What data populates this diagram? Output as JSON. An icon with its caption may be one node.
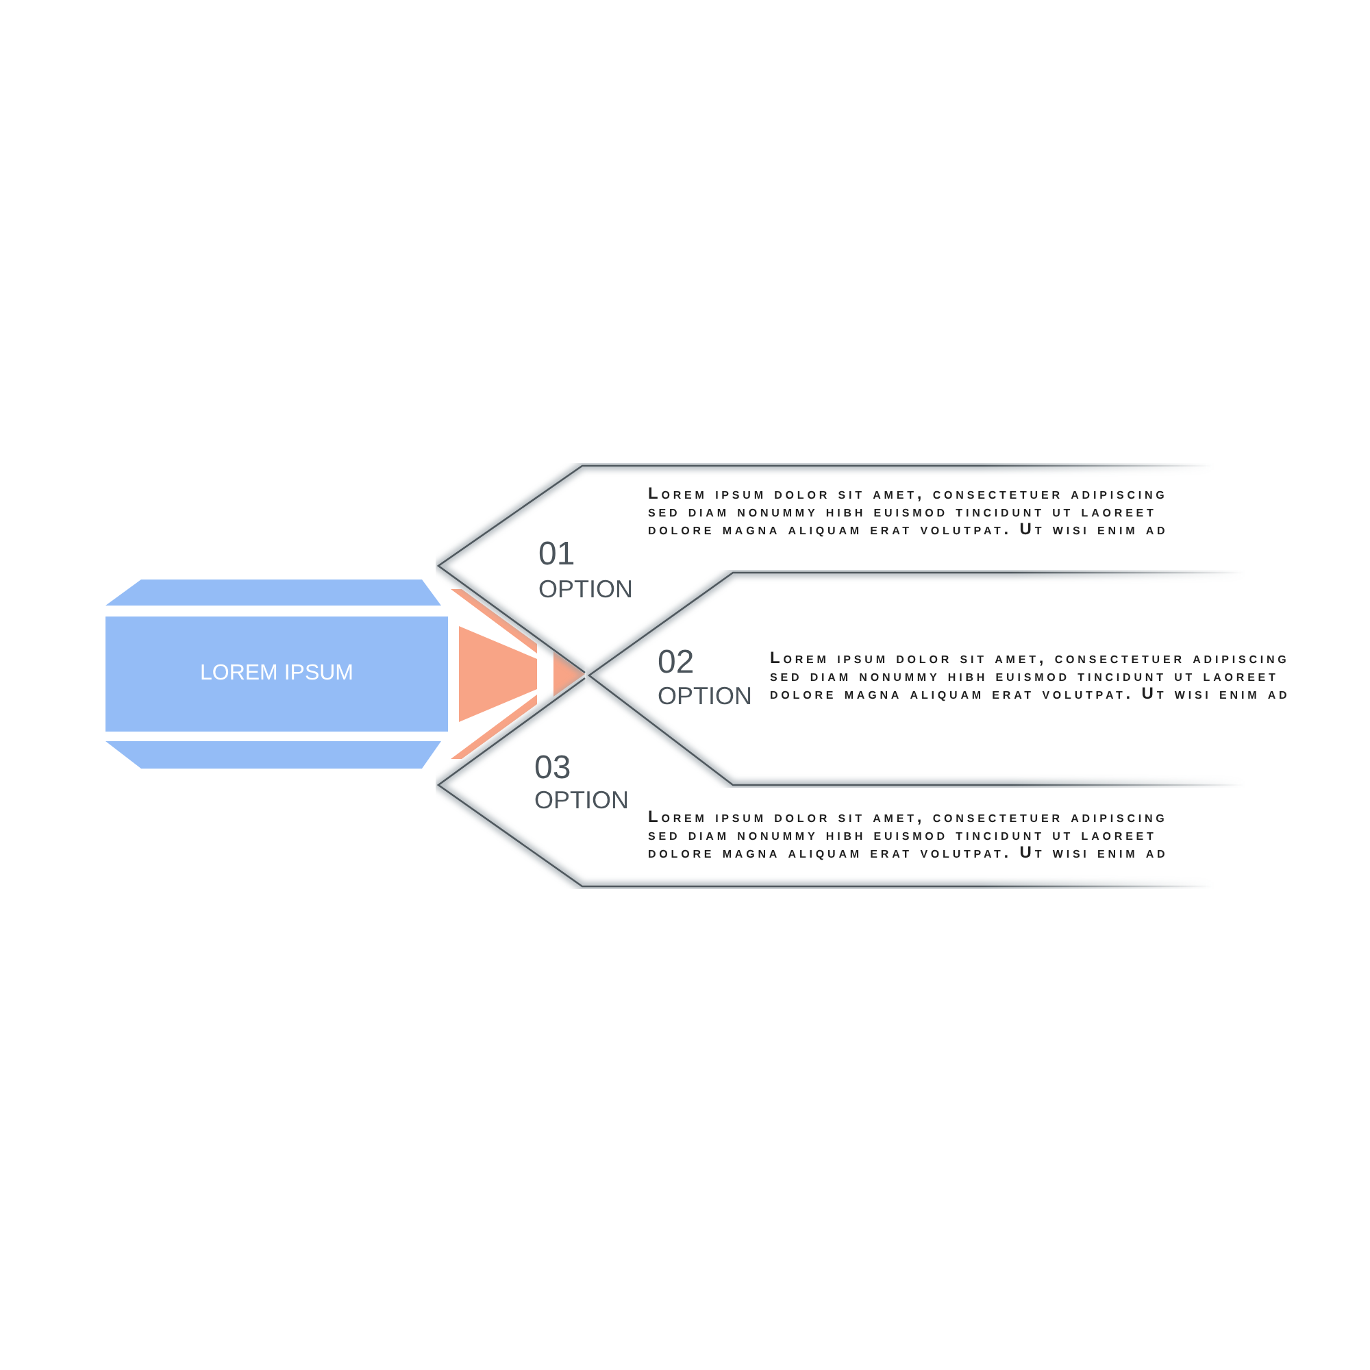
{
  "diagram": {
    "nodes": [
      {
        "text": [
          "LOREM IPSUM"
        ]
      },
      {
        "text": [
          "01",
          "OPTION",
          "Lorem ipsum dolor sit amet, consectetuer adipiscing sed diam nonummy hibh euismod tincidunt ut laoreet dolore magna aliquam erat volutpat. Ut wisi enim ad"
        ]
      },
      {
        "text": [
          "02",
          "OPTION",
          "Lorem ipsum dolor sit amet, consectetuer adipiscing sed diam nonummy hibh euismod tincidunt ut laoreet dolore magna aliquam erat volutpat. Ut wisi enim ad"
        ]
      },
      {
        "text": [
          "03",
          "OPTION",
          "Lorem ipsum dolor sit amet, consectetuer adipiscing sed diam nonummy hibh euismod tincidunt ut laoreet dolore magna aliquam erat volutpat. Ut wisi enim ad"
        ]
      }
    ],
    "edges": [
      {
        "from": 0,
        "to": 2,
        "arrow": "to"
      }
    ]
  }
}
